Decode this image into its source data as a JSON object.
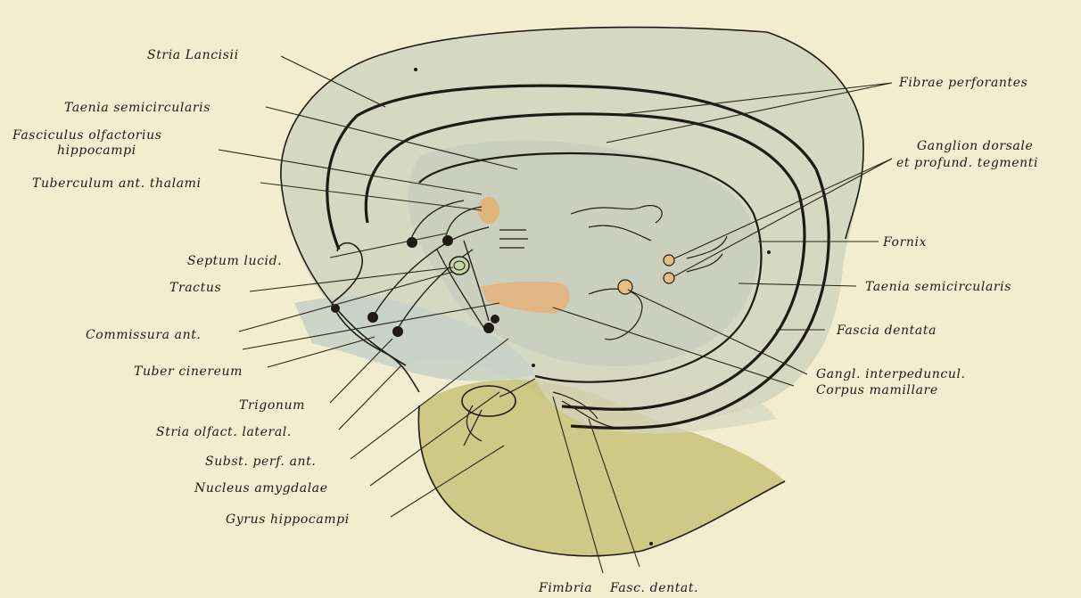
{
  "labels": {
    "stria_lancisii": "Stria Lancisii",
    "taenia_semicircularis_left": "Taenia semicircularis",
    "fasciculus_line1": "Fasciculus olfactorius",
    "fasciculus_line2": "hippocampi",
    "tuberculum_ant_thalami": "Tuberculum ant. thalami",
    "septum_lucid": "Septum lucid.",
    "tractus": "Tractus",
    "commissura_ant": "Commissura ant.",
    "tuber_cinereum": "Tuber cinereum",
    "trigonum": "Trigonum",
    "stria_olfact_lateral": "Stria olfact. lateral.",
    "subst_perf_ant": "Subst. perf. ant.",
    "nucleus_amygdalae": "Nucleus amygdalae",
    "gyrus_hippocampi": "Gyrus hippocampi",
    "fibrae_perforantes": "Fibrae perforantes",
    "ganglion_line1": "Ganglion dorsale",
    "ganglion_line2": "et profund. tegmenti",
    "fornix": "Fornix",
    "taenia_semicircularis_right": "Taenia semicircularis",
    "fascia_dentata": "Fascia dentata",
    "gangl_interpeduncul": "Gangl. interpeduncul.",
    "corpus_mamillare": "Corpus mamillare",
    "fimbria": "Fimbria",
    "fasc_dentat": "Fasc. dentat."
  },
  "colors": {
    "paper": "#f3edd0",
    "cortex_grey": "#d6d9c2",
    "thalamus_grey": "#cfd3c3",
    "hippocampal_green": "#c3c07a",
    "nucleus_orange": "#e0b070",
    "ink": "#1f1b14"
  }
}
